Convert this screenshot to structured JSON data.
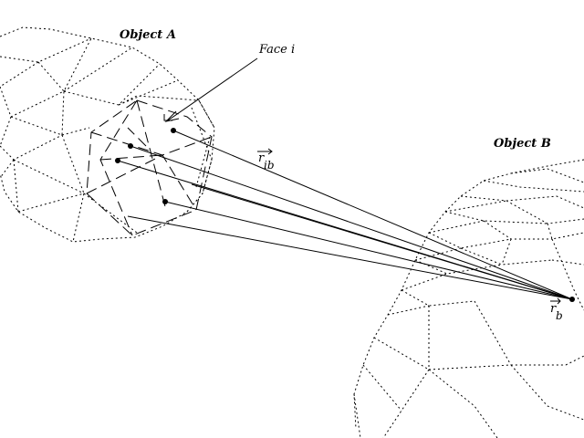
{
  "labels": {
    "object_a": "Object A",
    "object_b": "Object B",
    "face_i": "Face i",
    "r_ib_main": "r",
    "r_ib_sub": "ib",
    "r_b_main": "r",
    "r_b_sub": "b"
  },
  "colors": {
    "ink": "#000000",
    "background": "#ffffff"
  }
}
